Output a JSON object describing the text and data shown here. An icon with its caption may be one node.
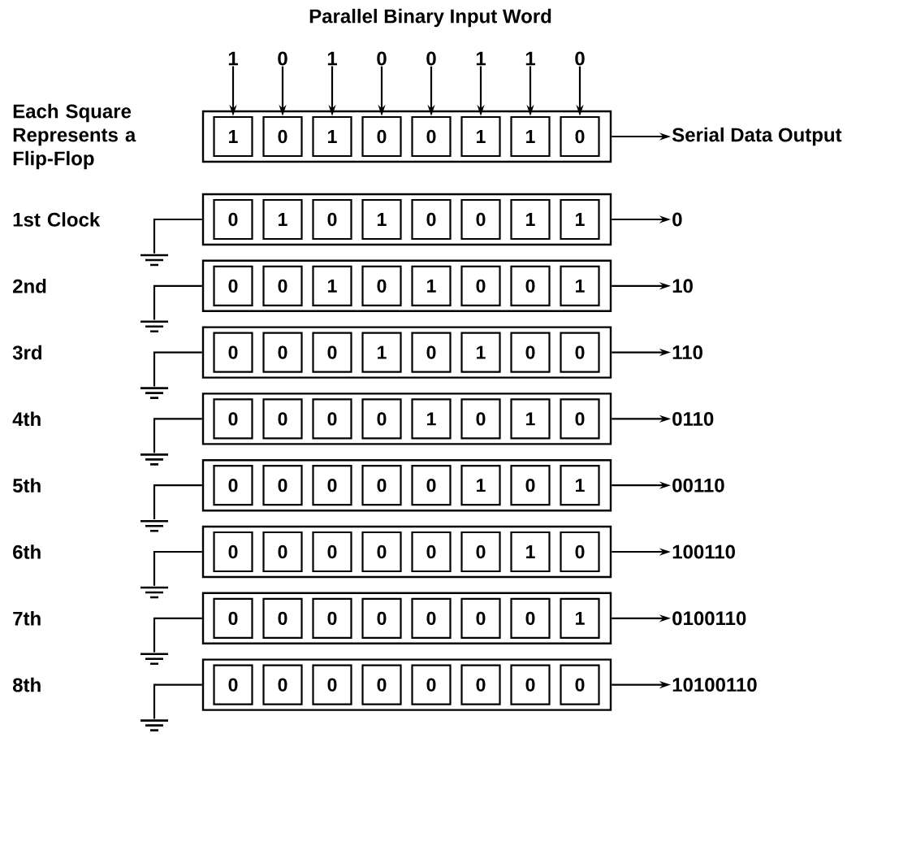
{
  "diagram": {
    "title": "Parallel Binary Input Word",
    "nodes": [
      {
        "text": [
          "1"
        ]
      },
      {
        "text": [
          "0"
        ]
      },
      {
        "text": [
          "1"
        ]
      },
      {
        "text": [
          "0"
        ]
      },
      {
        "text": [
          "0"
        ]
      },
      {
        "text": [
          "1"
        ]
      },
      {
        "text": [
          "1"
        ]
      },
      {
        "text": [
          "0"
        ]
      },
      {
        "text": [],
        "shape": "box"
      },
      {
        "text": [
          "1"
        ],
        "in": 8
      },
      {
        "text": [
          "0"
        ],
        "in": 8
      },
      {
        "text": [
          "1"
        ],
        "in": 8
      },
      {
        "text": [
          "0"
        ],
        "in": 8
      },
      {
        "text": [
          "0"
        ],
        "in": 8
      },
      {
        "text": [
          "1"
        ],
        "in": 8
      },
      {
        "text": [
          "1"
        ],
        "in": 8
      },
      {
        "text": [
          "0"
        ],
        "in": 8
      },
      {
        "text": [
          "Serial Data Output"
        ]
      },
      {
        "text": [],
        "shape": "box"
      },
      {
        "text": [
          "0"
        ],
        "in": 18
      },
      {
        "text": [
          "1"
        ],
        "in": 18
      },
      {
        "text": [
          "0"
        ],
        "in": 18
      },
      {
        "text": [
          "1"
        ],
        "in": 18
      },
      {
        "text": [
          "0"
        ],
        "in": 18
      },
      {
        "text": [
          "0"
        ],
        "in": 18
      },
      {
        "text": [
          "1"
        ],
        "in": 18
      },
      {
        "text": [
          "1"
        ],
        "in": 18
      },
      {
        "text": [
          "0"
        ]
      },
      {
        "text": [],
        "shape": "ground"
      },
      {
        "text": [],
        "shape": "box"
      },
      {
        "text": [
          "0"
        ],
        "in": 29
      },
      {
        "text": [
          "0"
        ],
        "in": 29
      },
      {
        "text": [
          "1"
        ],
        "in": 29
      },
      {
        "text": [
          "0"
        ],
        "in": 29
      },
      {
        "text": [
          "1"
        ],
        "in": 29
      },
      {
        "text": [
          "0"
        ],
        "in": 29
      },
      {
        "text": [
          "0"
        ],
        "in": 29
      },
      {
        "text": [
          "1"
        ],
        "in": 29
      },
      {
        "text": [
          "10"
        ]
      },
      {
        "text": [],
        "shape": "ground"
      },
      {
        "text": [],
        "shape": "box"
      },
      {
        "text": [
          "0"
        ],
        "in": 40
      },
      {
        "text": [
          "0"
        ],
        "in": 40
      },
      {
        "text": [
          "0"
        ],
        "in": 40
      },
      {
        "text": [
          "1"
        ],
        "in": 40
      },
      {
        "text": [
          "0"
        ],
        "in": 40
      },
      {
        "text": [
          "1"
        ],
        "in": 40
      },
      {
        "text": [
          "0"
        ],
        "in": 40
      },
      {
        "text": [
          "0"
        ],
        "in": 40
      },
      {
        "text": [
          "110"
        ]
      },
      {
        "text": [],
        "shape": "ground"
      },
      {
        "text": [],
        "shape": "box"
      },
      {
        "text": [
          "0"
        ],
        "in": 51
      },
      {
        "text": [
          "0"
        ],
        "in": 51
      },
      {
        "text": [
          "0"
        ],
        "in": 51
      },
      {
        "text": [
          "0"
        ],
        "in": 51
      },
      {
        "text": [
          "1"
        ],
        "in": 51
      },
      {
        "text": [
          "0"
        ],
        "in": 51
      },
      {
        "text": [
          "1"
        ],
        "in": 51
      },
      {
        "text": [
          "0"
        ],
        "in": 51
      },
      {
        "text": [
          "0110"
        ]
      },
      {
        "text": [],
        "shape": "ground"
      },
      {
        "text": [],
        "shape": "box"
      },
      {
        "text": [
          "0"
        ],
        "in": 62
      },
      {
        "text": [
          "0"
        ],
        "in": 62
      },
      {
        "text": [
          "0"
        ],
        "in": 62
      },
      {
        "text": [
          "0"
        ],
        "in": 62
      },
      {
        "text": [
          "0"
        ],
        "in": 62
      },
      {
        "text": [
          "1"
        ],
        "in": 62
      },
      {
        "text": [
          "0"
        ],
        "in": 62
      },
      {
        "text": [
          "1"
        ],
        "in": 62
      },
      {
        "text": [
          "00110"
        ]
      },
      {
        "text": [],
        "shape": "ground"
      },
      {
        "text": [],
        "shape": "box"
      },
      {
        "text": [
          "0"
        ],
        "in": 73
      },
      {
        "text": [
          "0"
        ],
        "in": 73
      },
      {
        "text": [
          "0"
        ],
        "in": 73
      },
      {
        "text": [
          "0"
        ],
        "in": 73
      },
      {
        "text": [
          "0"
        ],
        "in": 73
      },
      {
        "text": [
          "0"
        ],
        "in": 73
      },
      {
        "text": [
          "1"
        ],
        "in": 73
      },
      {
        "text": [
          "0"
        ],
        "in": 73
      },
      {
        "text": [
          "100110"
        ]
      },
      {
        "text": [],
        "shape": "ground"
      },
      {
        "text": [],
        "shape": "box"
      },
      {
        "text": [
          "0"
        ],
        "in": 84
      },
      {
        "text": [
          "0"
        ],
        "in": 84
      },
      {
        "text": [
          "0"
        ],
        "in": 84
      },
      {
        "text": [
          "0"
        ],
        "in": 84
      },
      {
        "text": [
          "0"
        ],
        "in": 84
      },
      {
        "text": [
          "0"
        ],
        "in": 84
      },
      {
        "text": [
          "0"
        ],
        "in": 84
      },
      {
        "text": [
          "1"
        ],
        "in": 84
      },
      {
        "text": [
          "0100110"
        ]
      },
      {
        "text": [],
        "shape": "ground"
      },
      {
        "text": [],
        "shape": "box"
      },
      {
        "text": [
          "0"
        ],
        "in": 95
      },
      {
        "text": [
          "0"
        ],
        "in": 95
      },
      {
        "text": [
          "0"
        ],
        "in": 95
      },
      {
        "text": [
          "0"
        ],
        "in": 95
      },
      {
        "text": [
          "0"
        ],
        "in": 95
      },
      {
        "text": [
          "0"
        ],
        "in": 95
      },
      {
        "text": [
          "0"
        ],
        "in": 95
      },
      {
        "text": [
          "0"
        ],
        "in": 95
      },
      {
        "text": [
          "10100110"
        ]
      },
      {
        "text": [],
        "shape": "ground"
      }
    ],
    "edges": [
      {
        "from": 0,
        "to": 9,
        "arrow": "to"
      },
      {
        "from": 1,
        "to": 10,
        "arrow": "to"
      },
      {
        "from": 2,
        "to": 11,
        "arrow": "to"
      },
      {
        "from": 3,
        "to": 12,
        "arrow": "to"
      },
      {
        "from": 4,
        "to": 13,
        "arrow": "to"
      },
      {
        "from": 5,
        "to": 14,
        "arrow": "to"
      },
      {
        "from": 6,
        "to": 15,
        "arrow": "to"
      },
      {
        "from": 7,
        "to": 16,
        "arrow": "to"
      },
      {
        "from": 8,
        "to": 17,
        "arrow": "to"
      },
      {
        "from": 18,
        "to": 27,
        "arrow": "to"
      },
      {
        "from": 18,
        "to": 28,
        "arrow": "none"
      },
      {
        "from": 29,
        "to": 38,
        "arrow": "to"
      },
      {
        "from": 29,
        "to": 39,
        "arrow": "none"
      },
      {
        "from": 40,
        "to": 49,
        "arrow": "to"
      },
      {
        "from": 40,
        "to": 50,
        "arrow": "none"
      },
      {
        "from": 51,
        "to": 60,
        "arrow": "to"
      },
      {
        "from": 51,
        "to": 61,
        "arrow": "none"
      },
      {
        "from": 62,
        "to": 71,
        "arrow": "to"
      },
      {
        "from": 62,
        "to": 72,
        "arrow": "none"
      },
      {
        "from": 73,
        "to": 82,
        "arrow": "to"
      },
      {
        "from": 73,
        "to": 83,
        "arrow": "none"
      },
      {
        "from": 84,
        "to": 93,
        "arrow": "to"
      },
      {
        "from": 84,
        "to": 94,
        "arrow": "none"
      },
      {
        "from": 95,
        "to": 104,
        "arrow": "to"
      },
      {
        "from": 95,
        "to": 105,
        "arrow": "none"
      }
    ],
    "labels": [
      "Each Square Represents a Flip-Flop",
      "1st Clock",
      "2nd",
      "3rd",
      "4th",
      "5th",
      "6th",
      "7th",
      "8th"
    ]
  }
}
